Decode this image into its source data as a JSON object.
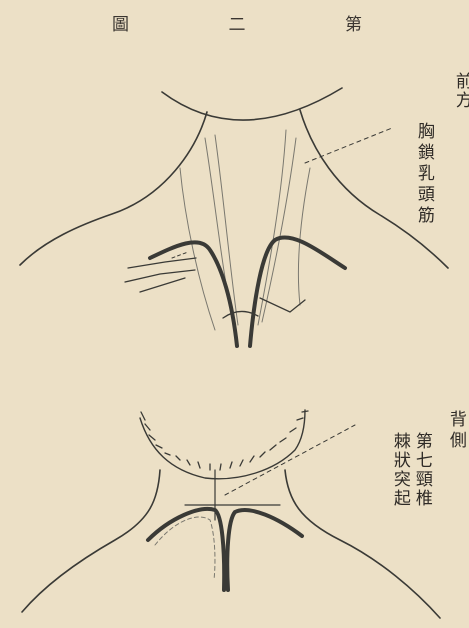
{
  "title": {
    "chars": [
      "圖",
      "二",
      "第"
    ]
  },
  "front": {
    "view": "前方",
    "muscle": "胸鎖乳頭筋"
  },
  "back": {
    "view": "背側",
    "process_a": "第七頸椎",
    "process_b": "棘狀突起"
  }
}
